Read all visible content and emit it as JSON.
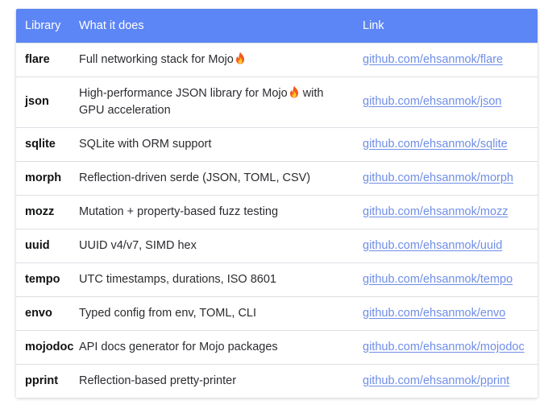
{
  "table": {
    "headers": [
      "Library",
      "What it does",
      "Link"
    ],
    "rows": [
      {
        "name": "flare",
        "desc": "Full networking stack for Mojo",
        "fire": true,
        "desc_tail": "",
        "link": "github.com/ehsanmok/flare"
      },
      {
        "name": "json",
        "desc": "High-performance JSON library for Mojo",
        "fire": true,
        "desc_tail": " with GPU acceleration",
        "link": "github.com/ehsanmok/json"
      },
      {
        "name": "sqlite",
        "desc": "SQLite with ORM support",
        "fire": false,
        "desc_tail": "",
        "link": "github.com/ehsanmok/sqlite"
      },
      {
        "name": "morph",
        "desc": "Reflection-driven serde (JSON, TOML, CSV)",
        "fire": false,
        "desc_tail": "",
        "link": "github.com/ehsanmok/morph"
      },
      {
        "name": "mozz",
        "desc": "Mutation + property-based fuzz testing",
        "fire": false,
        "desc_tail": "",
        "link": "github.com/ehsanmok/mozz"
      },
      {
        "name": "uuid",
        "desc": "UUID v4/v7, SIMD hex",
        "fire": false,
        "desc_tail": "",
        "link": "github.com/ehsanmok/uuid"
      },
      {
        "name": "tempo",
        "desc": "UTC timestamps, durations, ISO 8601",
        "fire": false,
        "desc_tail": "",
        "link": "github.com/ehsanmok/tempo"
      },
      {
        "name": "envo",
        "desc": "Typed config from env, TOML, CLI",
        "fire": false,
        "desc_tail": "",
        "link": "github.com/ehsanmok/envo"
      },
      {
        "name": "mojodoc",
        "desc": "API docs generator for Mojo packages",
        "fire": false,
        "desc_tail": "",
        "link": "github.com/ehsanmok/mojodoc"
      },
      {
        "name": "pprint",
        "desc": "Reflection-based pretty-printer",
        "fire": false,
        "desc_tail": "",
        "link": "github.com/ehsanmok/pprint"
      }
    ]
  },
  "colors": {
    "header_bg": "#5c85f5",
    "link": "#6f8ee6",
    "row_border": "#dcdfe4"
  },
  "icons": {
    "fire": "fire-emoji-icon"
  }
}
